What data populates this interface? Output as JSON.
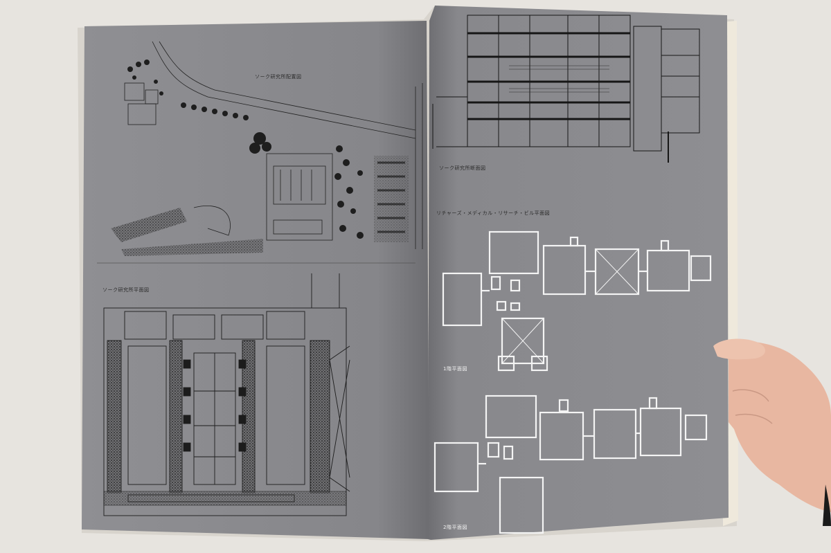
{
  "photo": {
    "subject": "open-book-spread",
    "colors": {
      "background": "#e7e4df",
      "page_gray": "#8d8d91",
      "page_gray_right": "#8b8b8f",
      "ink_dark": "#1d1d1d",
      "ink_light": "#f4f4f4",
      "skin": "#e8b7a1"
    }
  },
  "left_page": {
    "site_plan_caption": "ソーク研究所配置図",
    "floor_plan_caption": "ソーク研究所平面図"
  },
  "right_page": {
    "section_caption": "ソーク研究所断面図",
    "richards_caption": "リチャーズ・メディカル・リサーチ・ビル平面図",
    "first_floor_caption": "1階平面図",
    "second_floor_caption": "2階平面図"
  }
}
